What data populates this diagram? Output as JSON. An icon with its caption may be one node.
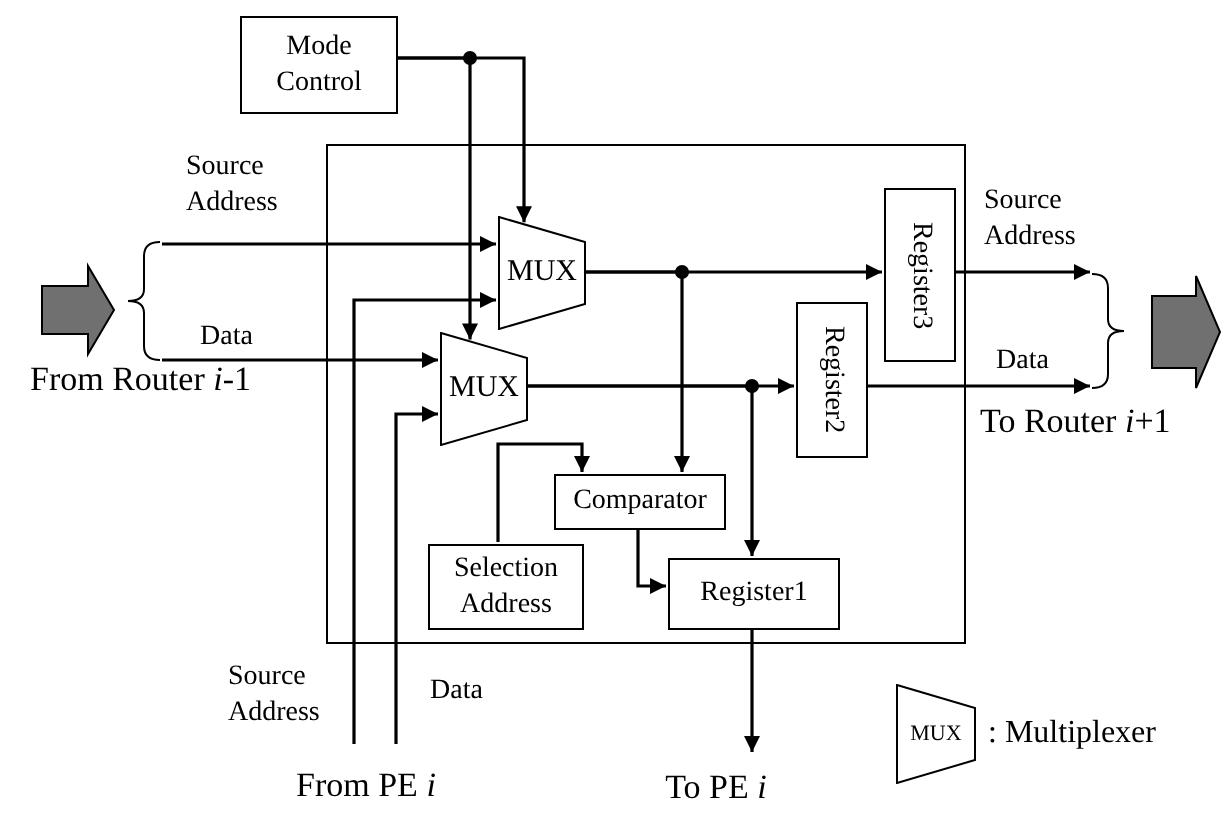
{
  "diagram": {
    "nodes": [
      {
        "text": [
          "Mode Control"
        ]
      },
      {
        "text": [],
        "shape": "box"
      },
      {
        "text": [
          "MUX"
        ],
        "in": 1
      },
      {
        "text": [
          "MUX"
        ],
        "in": 1
      },
      {
        "text": [
          "Register3"
        ],
        "in": 1
      },
      {
        "text": [
          "Register2"
        ],
        "in": 1
      },
      {
        "text": [
          "Comparator"
        ],
        "in": 1
      },
      {
        "text": [
          "Selection Address"
        ],
        "in": 1
      },
      {
        "text": [
          "Register1"
        ],
        "in": 1
      },
      {
        "text": [],
        "shape": "brace"
      },
      {
        "text": [],
        "shape": "brace"
      },
      {
        "text": [
          "To PE *i*"
        ]
      }
    ],
    "edges": [
      {
        "from": 0,
        "to": 2,
        "arrow": "to"
      },
      {
        "from": 0,
        "to": 3,
        "arrow": "to"
      },
      {
        "from": 9,
        "to": 2,
        "arrow": "to",
        "label": "Source Address"
      },
      {
        "from": 9,
        "to": 3,
        "arrow": "to",
        "label": "Data"
      },
      {
        "from": null,
        "to": 2,
        "arrow": "to",
        "label": "Source Address"
      },
      {
        "from": null,
        "to": 3,
        "arrow": "to",
        "label": "Data"
      },
      {
        "from": 2,
        "to": 4,
        "arrow": "to"
      },
      {
        "from": 2,
        "to": 6,
        "arrow": "to"
      },
      {
        "from": 3,
        "to": 5,
        "arrow": "to"
      },
      {
        "from": 3,
        "to": 8,
        "arrow": "to"
      },
      {
        "from": 7,
        "to": 6,
        "arrow": "to"
      },
      {
        "from": 6,
        "to": 8,
        "arrow": "to"
      },
      {
        "from": 4,
        "to": 10,
        "arrow": "to",
        "label": "Source Address"
      },
      {
        "from": 5,
        "to": 10,
        "arrow": "to",
        "label": "Data"
      },
      {
        "from": 8,
        "to": 11,
        "arrow": "to"
      }
    ],
    "labels": [
      "From Router *i*-1",
      "To Router *i*+1",
      "From PE *i*",
      "MUX"
    ],
    "legend": [
      {
        "text": ": Multiplexer"
      }
    ]
  }
}
